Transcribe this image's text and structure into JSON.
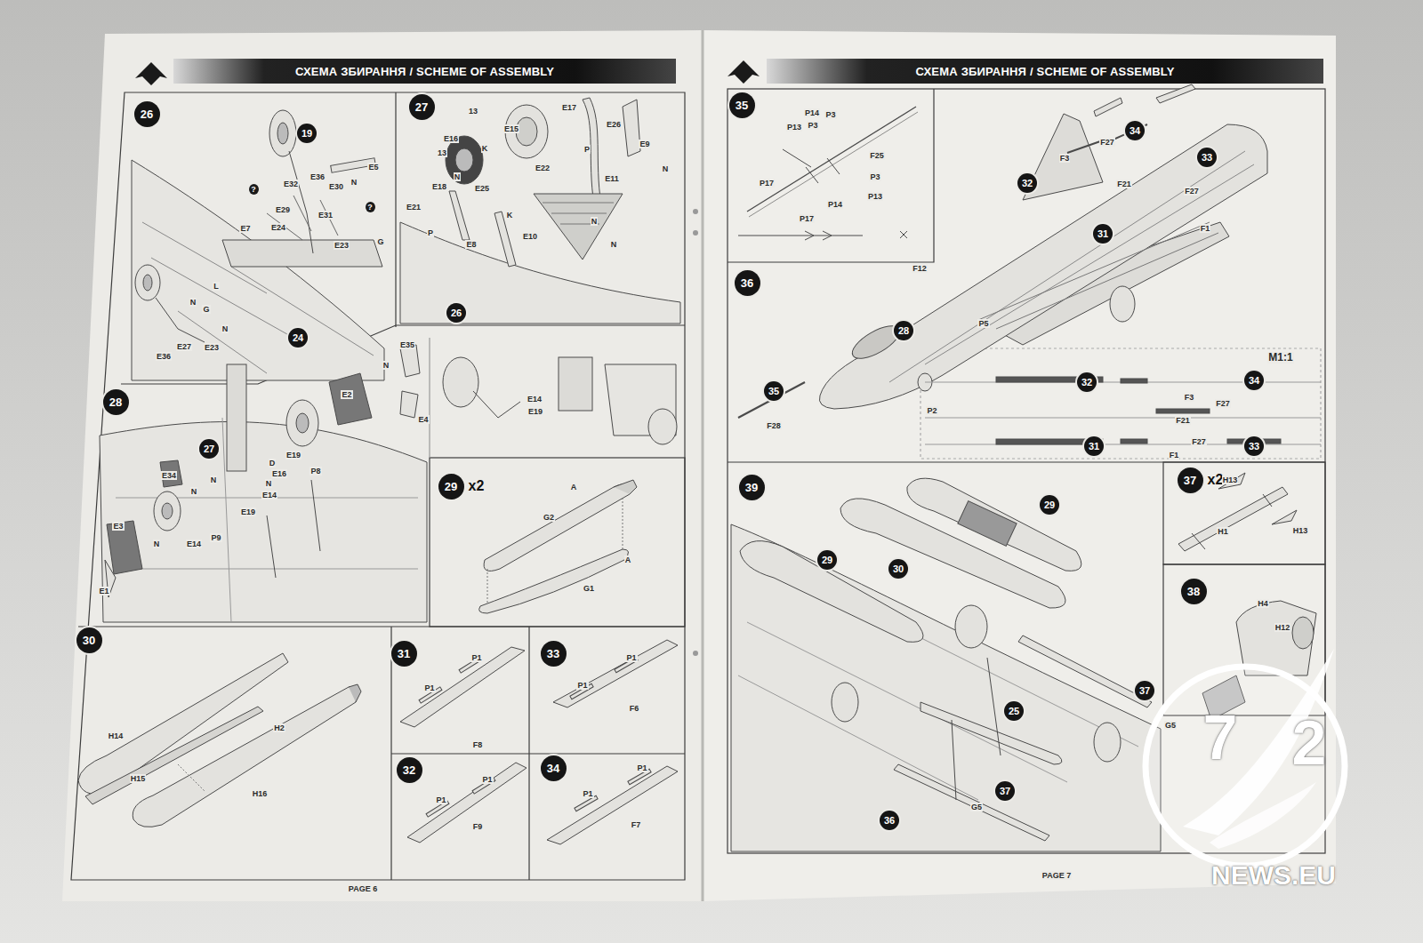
{
  "diagram": {
    "nodes": [
      {
        "text": [
          "СХЕМА ЗБИРАННЯ / SCHEME OF ASSEMBLY"
        ]
      },
      {
        "text": [
          "26"
        ]
      },
      {
        "text": [
          "19"
        ],
        "in": 1
      },
      {
        "text": [
          "24"
        ],
        "in": 1
      },
      {
        "text": [
          "27"
        ]
      },
      {
        "text": [
          "26"
        ],
        "in": 4
      },
      {
        "text": [
          "28"
        ]
      },
      {
        "text": [
          "27"
        ],
        "in": 6
      },
      {
        "text": [
          "29",
          "x2"
        ]
      },
      {
        "text": [
          "30"
        ]
      },
      {
        "text": [
          "31"
        ]
      },
      {
        "text": [
          "33"
        ]
      },
      {
        "text": [
          "32"
        ]
      },
      {
        "text": [
          "34"
        ]
      },
      {
        "text": [
          "СХЕМА ЗБИРАННЯ / SCHEME OF ASSEMBLY"
        ]
      },
      {
        "text": [
          "35"
        ]
      },
      {
        "text": [
          "36"
        ]
      },
      {
        "text": [
          "32"
        ],
        "in": 16
      },
      {
        "text": [
          "34"
        ],
        "in": 16
      },
      {
        "text": [
          "33"
        ],
        "in": 16
      },
      {
        "text": [
          "31"
        ],
        "in": 16
      },
      {
        "text": [
          "28"
        ],
        "in": 16
      },
      {
        "text": [
          "35"
        ],
        "in": 16
      },
      {
        "text": [
          "32"
        ],
        "in": 16
      },
      {
        "text": [
          "34"
        ],
        "in": 16
      },
      {
        "text": [
          "31"
        ],
        "in": 16
      },
      {
        "text": [
          "33"
        ],
        "in": 16
      },
      {
        "text": [
          "39"
        ]
      },
      {
        "text": [
          "29"
        ],
        "in": 27
      },
      {
        "text": [
          "30"
        ],
        "in": 27
      },
      {
        "text": [
          "29"
        ],
        "in": 27
      },
      {
        "text": [
          "37"
        ],
        "in": 27
      },
      {
        "text": [
          "25"
        ],
        "in": 27
      },
      {
        "text": [
          "37"
        ],
        "in": 27
      },
      {
        "text": [
          "36"
        ],
        "in": 27
      },
      {
        "text": [
          "37",
          "x2"
        ]
      },
      {
        "text": [
          "38"
        ]
      }
    ],
    "labels": [
      "E5",
      "E36",
      "E32",
      "E30",
      "N",
      "E29",
      "E31",
      "E7",
      "E24",
      "E23",
      "G",
      "?",
      "?",
      "L",
      "N",
      "G",
      "N",
      "E27",
      "E23",
      "E36",
      "E17",
      "E26",
      "E9",
      "13",
      "E16",
      "E15",
      "13",
      "K",
      "E22",
      "P",
      "N",
      "E11",
      "N",
      "E18",
      "E25",
      "E21",
      "P",
      "E8",
      "E10",
      "K",
      "N",
      "N",
      "E35",
      "N",
      "E2",
      "E4",
      "E19",
      "D",
      "P8",
      "E16",
      "N",
      "E34",
      "N",
      "E14",
      "E19",
      "N",
      "P9",
      "E3",
      "N",
      "E14",
      "E1",
      "E14",
      "E19",
      "A",
      "G2",
      "A",
      "G1",
      "H14",
      "H15",
      "H2",
      "H16",
      "P1",
      "P1",
      "F8",
      "P1",
      "P1",
      "F6",
      "P1",
      "P1",
      "F9",
      "P1",
      "P1",
      "F7",
      "PAGE 6",
      "P14",
      "P3",
      "P13",
      "P3",
      "F25",
      "P17",
      "P3",
      "P13",
      "P14",
      "P17",
      "F27",
      "F3",
      "F21",
      "F27",
      "F1",
      "F12",
      "P5",
      "P2",
      "F28",
      "M1:1",
      "F3",
      "F27",
      "F21",
      "F27",
      "F1",
      "H13",
      "H1",
      "H13",
      "H4",
      "H12",
      "G5",
      "G5",
      "PAGE 7",
      "7",
      "2",
      "NEWS.EU"
    ]
  }
}
